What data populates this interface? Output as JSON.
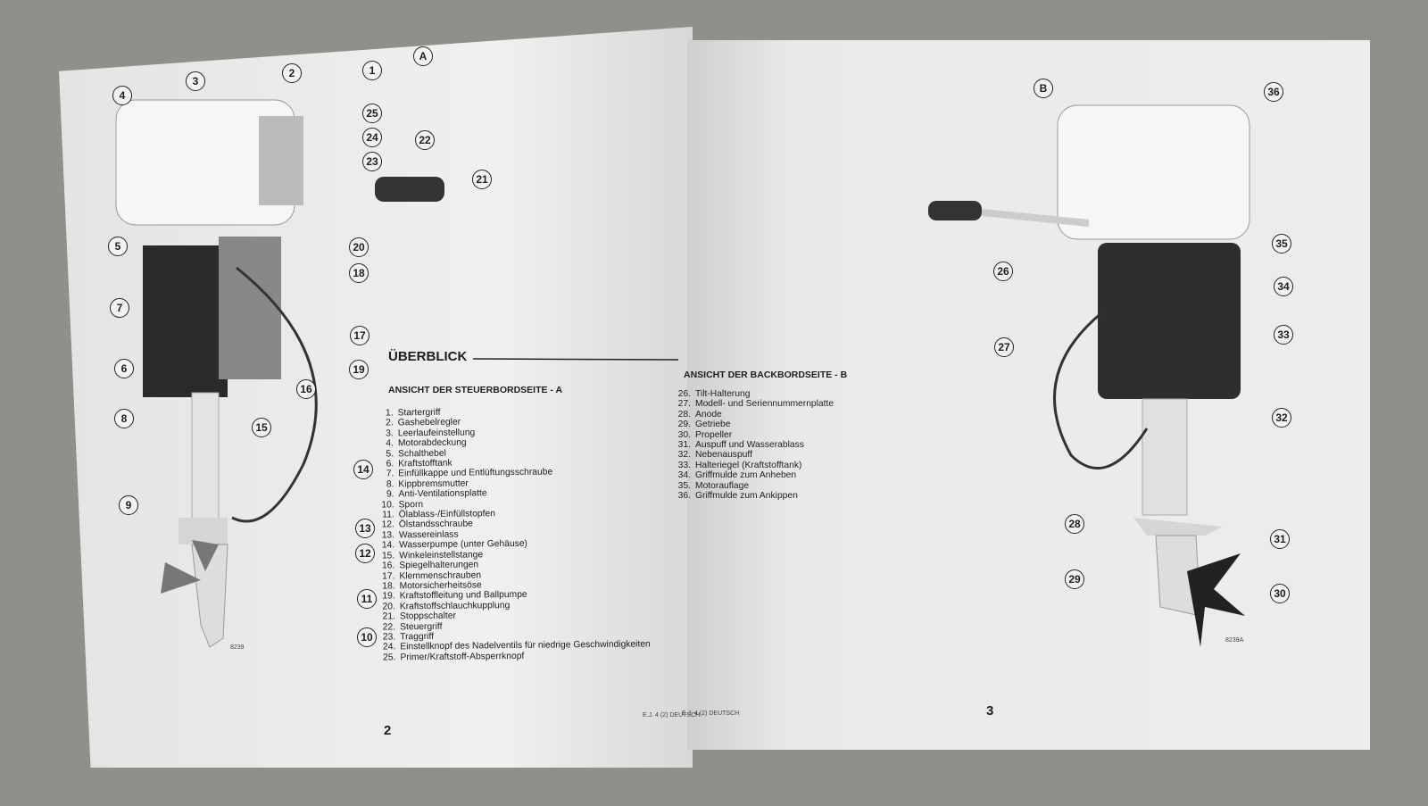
{
  "left_page": {
    "figure_label": "A",
    "heading": "ÜBERBLICK",
    "subheading": "ANSICHT DER STEUERBORDSEITE - A",
    "items": [
      {
        "n": "1.",
        "t": "Startergriff"
      },
      {
        "n": "2.",
        "t": "Gashebelregler"
      },
      {
        "n": "3.",
        "t": "Leerlaufeinstellung"
      },
      {
        "n": "4.",
        "t": "Motorabdeckung"
      },
      {
        "n": "5.",
        "t": "Schalthebel"
      },
      {
        "n": "6.",
        "t": "Kraftstofftank"
      },
      {
        "n": "7.",
        "t": "Einfüllkappe und Entlüftungsschraube"
      },
      {
        "n": "8.",
        "t": "Kippbremsmutter"
      },
      {
        "n": "9.",
        "t": "Anti-Ventilationsplatte"
      },
      {
        "n": "10.",
        "t": "Sporn"
      },
      {
        "n": "11.",
        "t": "Ölablass-/Einfüllstopfen"
      },
      {
        "n": "12.",
        "t": "Ölstandsschraube"
      },
      {
        "n": "13.",
        "t": "Wassereinlass"
      },
      {
        "n": "14.",
        "t": "Wasserpumpe (unter Gehäuse)"
      },
      {
        "n": "15.",
        "t": "Winkeleinstellstange"
      },
      {
        "n": "16.",
        "t": "Spiegelhalterungen"
      },
      {
        "n": "17.",
        "t": "Klemmenschrauben"
      },
      {
        "n": "18.",
        "t": "Motorsicherheitsöse"
      },
      {
        "n": "19.",
        "t": "Kraftstoffleitung und Ballpumpe"
      },
      {
        "n": "20.",
        "t": "Kraftstoffschlauchkupplung"
      },
      {
        "n": "21.",
        "t": "Stoppschalter"
      },
      {
        "n": "22.",
        "t": "Steuergriff"
      },
      {
        "n": "23.",
        "t": "Traggriff"
      },
      {
        "n": "24.",
        "t": "Einstellknopf des Nadelventils für niedrige Geschwindigkeiten"
      },
      {
        "n": "25.",
        "t": "Primer/Kraftstoff-Absperrknopf"
      }
    ],
    "callouts": [
      "1",
      "2",
      "3",
      "4",
      "5",
      "6",
      "7",
      "8",
      "9",
      "10",
      "11",
      "12",
      "13",
      "14",
      "15",
      "16",
      "17",
      "18",
      "19",
      "20",
      "21",
      "22",
      "23",
      "24",
      "25"
    ],
    "image_code": "8239",
    "footer": "E.J. 4 (2) DEUTSCH",
    "page_number": "2"
  },
  "right_page": {
    "figure_label": "B",
    "subheading": "ANSICHT DER BACKBORDSEITE - B",
    "items": [
      {
        "n": "26.",
        "t": "Tilt-Halterung"
      },
      {
        "n": "27.",
        "t": "Modell- und Seriennummernplatte"
      },
      {
        "n": "28.",
        "t": "Anode"
      },
      {
        "n": "29.",
        "t": "Getriebe"
      },
      {
        "n": "30.",
        "t": "Propeller"
      },
      {
        "n": "31.",
        "t": "Auspuff und Wasserablass"
      },
      {
        "n": "32.",
        "t": "Nebenauspuff"
      },
      {
        "n": "33.",
        "t": "Halteriegel (Kraftstofftank)"
      },
      {
        "n": "34.",
        "t": "Griffmulde zum Anheben"
      },
      {
        "n": "35.",
        "t": "Motorauflage"
      },
      {
        "n": "36.",
        "t": "Griffmulde zum Ankippen"
      }
    ],
    "callouts": [
      "26",
      "27",
      "28",
      "29",
      "30",
      "31",
      "32",
      "33",
      "34",
      "35",
      "36"
    ],
    "image_code": "8239A",
    "footer": "E.J. 4 (2) DEUTSCH",
    "page_number": "3"
  }
}
